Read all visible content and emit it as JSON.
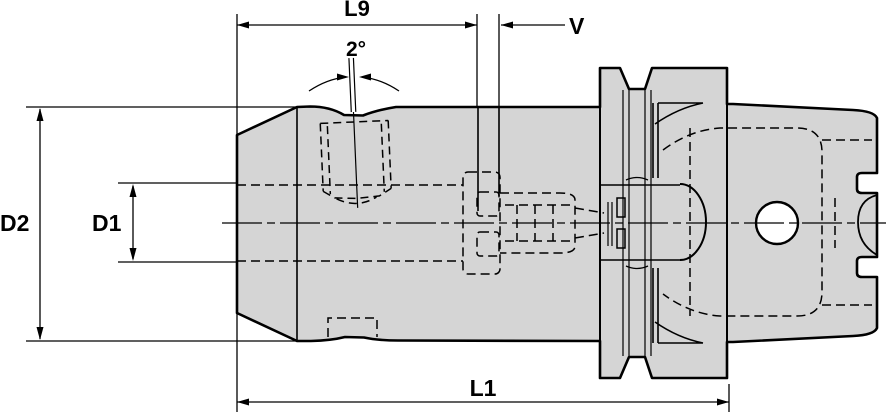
{
  "drawing": {
    "kind": "technical-drawing-side-view",
    "colors": {
      "background": "#ffffff",
      "body_fill": "#d5d5d5",
      "line": "#000000"
    },
    "labels": {
      "l9": "L9",
      "v": "V",
      "angle": "2°",
      "d2": "D2",
      "d1": "D1",
      "l1": "L1"
    }
  }
}
